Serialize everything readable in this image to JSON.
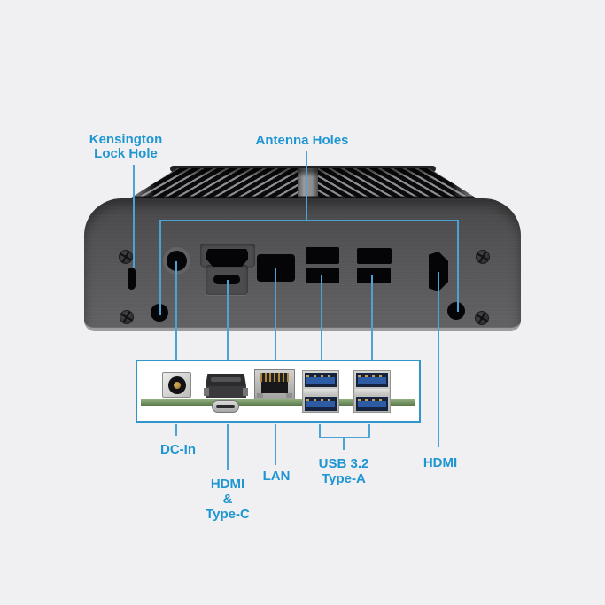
{
  "diagram_title": "Mini PC rear panel I/O callout diagram",
  "colors": {
    "background": "#f0f0f2",
    "label_blue": "#1f96d2",
    "line_blue": "#4aa2d6",
    "box_border": "#2f95ca",
    "chassis_face": "#545456",
    "pcb_green": "#7a9868",
    "usb_tongue_blue": "#2d5ca4",
    "cutout_black": "#050507"
  },
  "callouts": {
    "kensington": {
      "line1": "Kensington",
      "line2": "Lock Hole"
    },
    "antenna_holes": {
      "label": "Antenna Holes"
    },
    "dc_in": {
      "label": "DC-In"
    },
    "hdmi_type_c": {
      "line1": "HDMI",
      "line2": "&",
      "line3": "Type-C"
    },
    "lan": {
      "label": "LAN"
    },
    "usb_32_type_a": {
      "line1": "USB 3.2",
      "line2": "Type-A"
    },
    "hdmi": {
      "label": "HDMI"
    }
  }
}
